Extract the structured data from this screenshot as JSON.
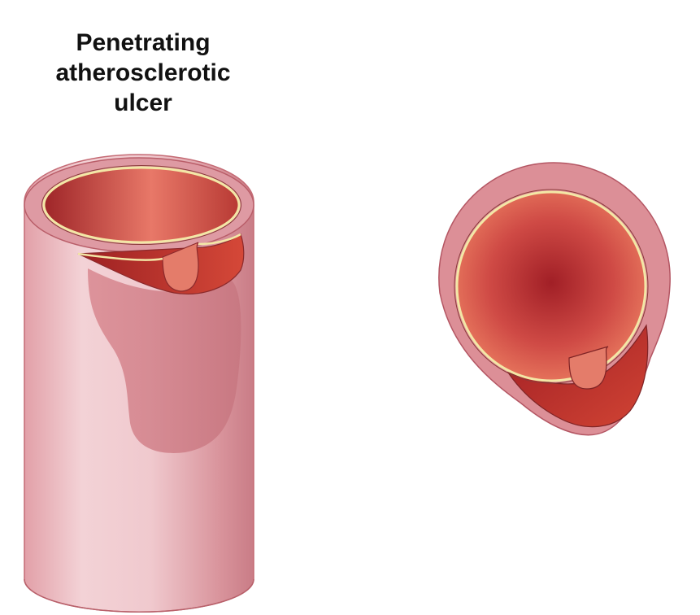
{
  "title": {
    "lines": [
      "Penetrating",
      "atherosclerotic",
      "ulcer"
    ]
  }
}
